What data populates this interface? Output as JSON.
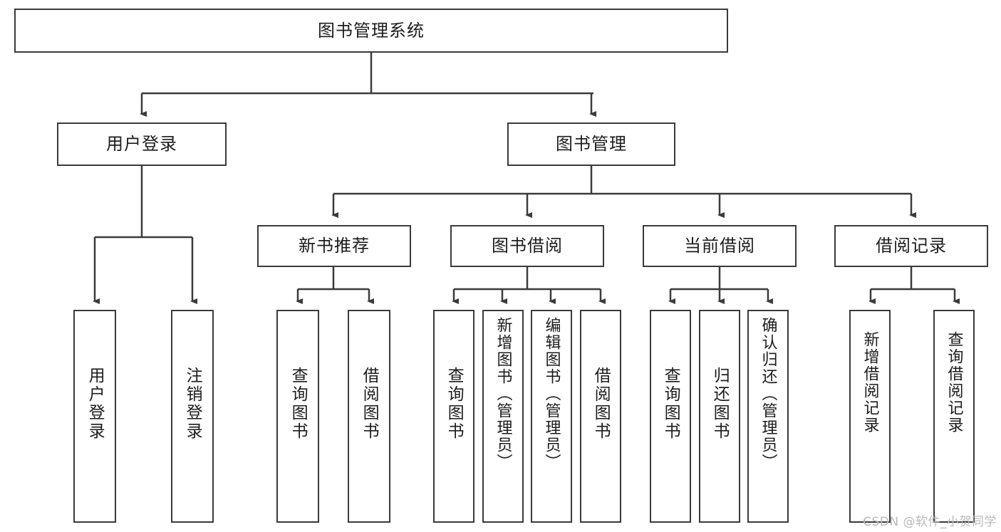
{
  "diagram": {
    "title": "图书管理系统",
    "type": "tree-hierarchy",
    "root": {
      "label": "图书管理系统"
    },
    "level2": [
      {
        "label": "用户登录"
      },
      {
        "label": "图书管理"
      }
    ],
    "level3": [
      {
        "label": "新书推荐"
      },
      {
        "label": "图书借阅"
      },
      {
        "label": "当前借阅"
      },
      {
        "label": "借阅记录"
      }
    ],
    "leaves": {
      "user_login": [
        {
          "label": "用户登录"
        },
        {
          "label": "注销登录"
        }
      ],
      "new_book_recommend": [
        {
          "label": "查询图书"
        },
        {
          "label": "借阅图书"
        }
      ],
      "book_borrow": [
        {
          "label": "查询图书"
        },
        {
          "label": "新增图书（管理员）"
        },
        {
          "label": "编辑图书（管理员）"
        },
        {
          "label": "借阅图书"
        }
      ],
      "current_borrow": [
        {
          "label": "查询图书"
        },
        {
          "label": "归还图书"
        },
        {
          "label": "确认归还（管理员）"
        }
      ],
      "borrow_record": [
        {
          "label": "新增借阅记录"
        },
        {
          "label": "查询借阅记录"
        }
      ]
    }
  },
  "watermark": {
    "text": "CSDN @软件_小贺同学"
  },
  "colors": {
    "border": "#3b3b3b",
    "text": "#1c1c1c",
    "background": "#ffffff",
    "watermark": "#b9b9b9"
  }
}
